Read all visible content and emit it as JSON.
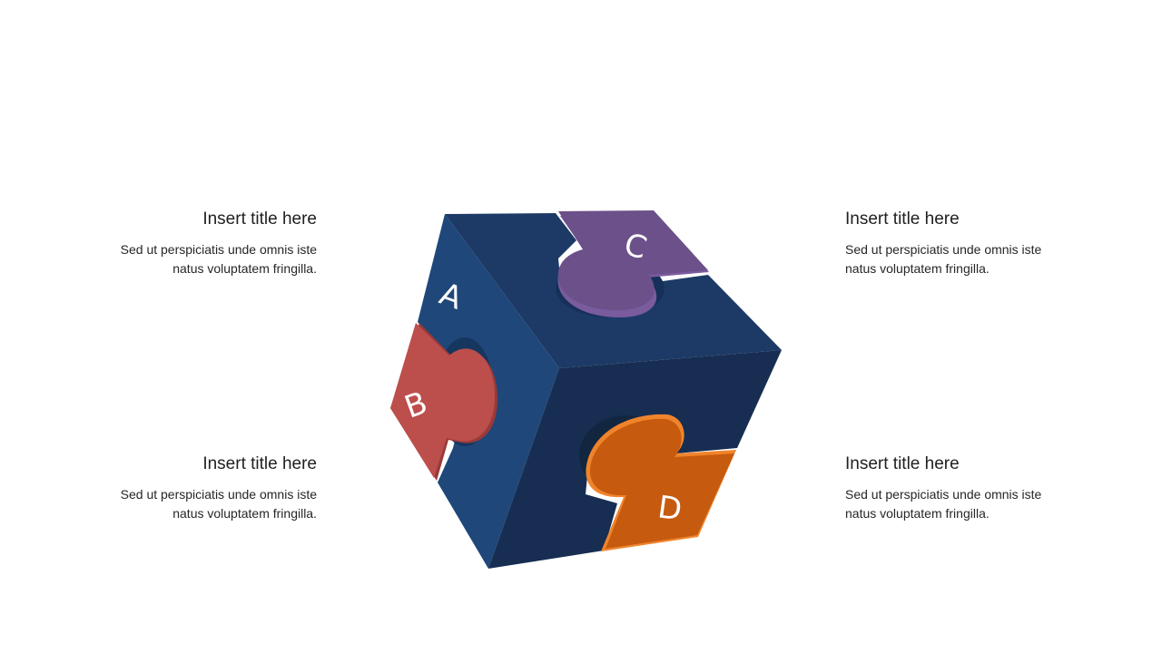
{
  "blocks": {
    "top_left": {
      "title": "Insert title here",
      "body": "Sed ut perspiciatis unde omnis iste natus voluptatem fringilla."
    },
    "bottom_left": {
      "title": "Insert title here",
      "body": "Sed ut perspiciatis unde omnis iste natus voluptatem fringilla."
    },
    "top_right": {
      "title": "Insert title here",
      "body": "Sed ut perspiciatis unde omnis iste natus voluptatem fringilla."
    },
    "bottom_right": {
      "title": "Insert title here",
      "body": "Sed ut perspiciatis unde omnis iste natus voluptatem fringilla."
    }
  },
  "puzzle": {
    "piece_a": {
      "letter": "A",
      "color": "#1F477A"
    },
    "piece_b": {
      "letter": "B",
      "color": "#BC4E4C"
    },
    "piece_c": {
      "letter": "C",
      "color": "#6B5089"
    },
    "piece_d": {
      "letter": "D",
      "color": "#C65B0F"
    },
    "top_face_color": "#1D3A66",
    "right_face_color": "#172E52"
  }
}
